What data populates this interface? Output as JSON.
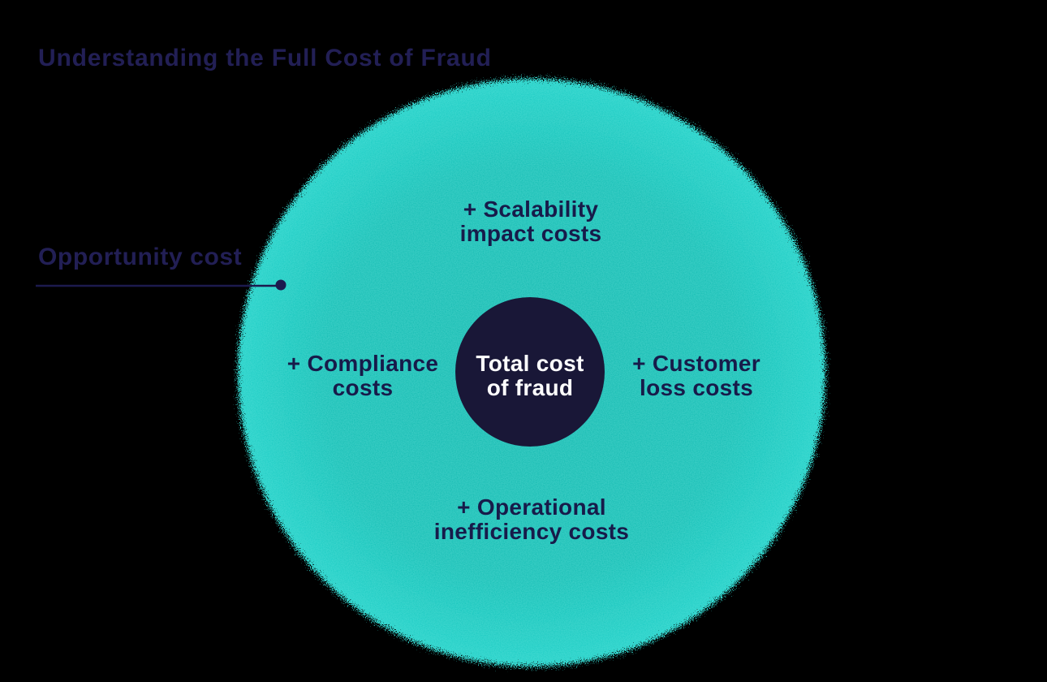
{
  "page": {
    "title": "Understanding the Full Cost of Fraud"
  },
  "callout": {
    "label": "Opportunity cost"
  },
  "diagram": {
    "center": {
      "line1": "Total cost",
      "line2": "of fraud"
    },
    "factors": {
      "top": {
        "line1": "+ Scalability",
        "line2": "impact costs"
      },
      "left": {
        "line1": "+ Compliance",
        "line2": "costs"
      },
      "right": {
        "line1": "+ Customer",
        "line2": "loss costs"
      },
      "bottom": {
        "line1": "+ Operational",
        "line2": "inefficiency costs"
      }
    }
  },
  "colors": {
    "background": "#000000",
    "teal_fill_center": "#04b6ac",
    "teal_fill_mid": "#06bcb2",
    "teal_fill_edge": "#1dcfc6",
    "navy_line": "#1c1a4e",
    "navy_text": "#221F55",
    "center_circle_fill": "#191737",
    "center_text": "#FFFFFF"
  }
}
